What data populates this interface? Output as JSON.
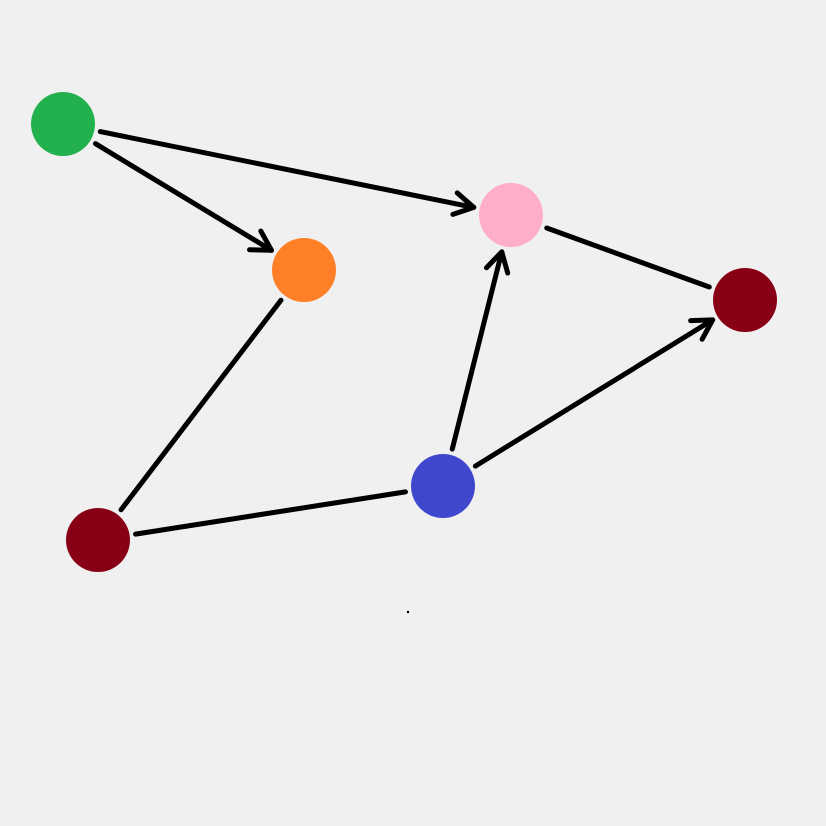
{
  "diagram": {
    "background": "#f0f0f0",
    "edge_color": "#000000",
    "nodes": [
      {
        "id": "green",
        "name": "node-green",
        "color": "#22b14c"
      },
      {
        "id": "orange",
        "name": "node-orange",
        "color": "#ff7f27"
      },
      {
        "id": "pink",
        "name": "node-pink",
        "color": "#ffaec9"
      },
      {
        "id": "darkred-right",
        "name": "node-darkred-right",
        "color": "#880015"
      },
      {
        "id": "blue",
        "name": "node-blue",
        "color": "#3f48cc"
      },
      {
        "id": "darkred-left",
        "name": "node-darkred-left",
        "color": "#880015"
      }
    ],
    "edges": [
      {
        "from": "green",
        "to": "pink",
        "directed": true
      },
      {
        "from": "green",
        "to": "orange",
        "directed": true
      },
      {
        "from": "pink",
        "to": "darkred-right",
        "directed": false
      },
      {
        "from": "blue",
        "to": "pink",
        "directed": true
      },
      {
        "from": "blue",
        "to": "darkred-right",
        "directed": true
      },
      {
        "from": "orange",
        "to": "darkred-left",
        "directed": false
      },
      {
        "from": "darkred-left",
        "to": "blue",
        "directed": false
      }
    ]
  }
}
